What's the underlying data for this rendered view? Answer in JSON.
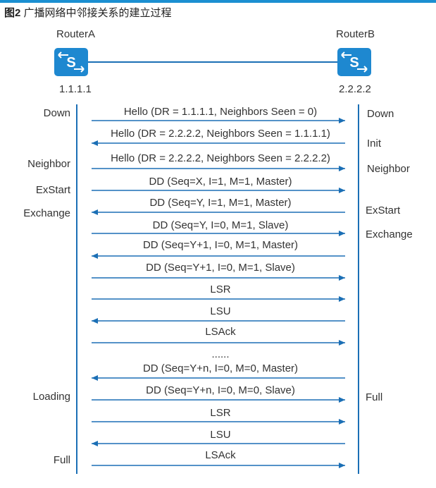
{
  "caption": {
    "label": "图2",
    "title": "广播网络中邻接关系的建立过程"
  },
  "routers": {
    "a": {
      "name": "RouterA",
      "ip": "1.1.1.1",
      "icon_letter": "S"
    },
    "b": {
      "name": "RouterB",
      "ip": "2.2.2.2",
      "icon_letter": "S"
    }
  },
  "states_a": [
    "Down",
    "Neighbor",
    "ExStart",
    "Exchange",
    "Loading",
    "Full"
  ],
  "states_b": [
    "Down",
    "Init",
    "Neighbor",
    "ExStart",
    "Exchange",
    "Full"
  ],
  "messages": [
    {
      "label": "Hello (DR = 1.1.1.1, Neighbors Seen = 0)",
      "dir": "right"
    },
    {
      "label": "Hello (DR = 2.2.2.2, Neighbors Seen = 1.1.1.1)",
      "dir": "left"
    },
    {
      "label": "Hello (DR = 2.2.2.2, Neighbors Seen = 2.2.2.2)",
      "dir": "right"
    },
    {
      "label": "DD (Seq=X, I=1, M=1, Master)",
      "dir": "right"
    },
    {
      "label": "DD (Seq=Y, I=1, M=1, Master)",
      "dir": "left"
    },
    {
      "label": "DD (Seq=Y, I=0, M=1, Slave)",
      "dir": "right"
    },
    {
      "label": "DD (Seq=Y+1, I=0, M=1, Master)",
      "dir": "left"
    },
    {
      "label": "DD (Seq=Y+1, I=0, M=1, Slave)",
      "dir": "right"
    },
    {
      "label": "LSR",
      "dir": "right"
    },
    {
      "label": "LSU",
      "dir": "left"
    },
    {
      "label": "LSAck",
      "dir": "right"
    },
    {
      "label": "......",
      "dir": "none"
    },
    {
      "label": "DD (Seq=Y+n, I=0, M=0, Master)",
      "dir": "left"
    },
    {
      "label": "DD (Seq=Y+n, I=0, M=0, Slave)",
      "dir": "right"
    },
    {
      "label": "LSR",
      "dir": "right"
    },
    {
      "label": "LSU",
      "dir": "left"
    },
    {
      "label": "LSAck",
      "dir": "right"
    }
  ],
  "colors": {
    "accent": "#1b8fd1",
    "line": "#1b6fb5",
    "router": "#1e88d0"
  }
}
